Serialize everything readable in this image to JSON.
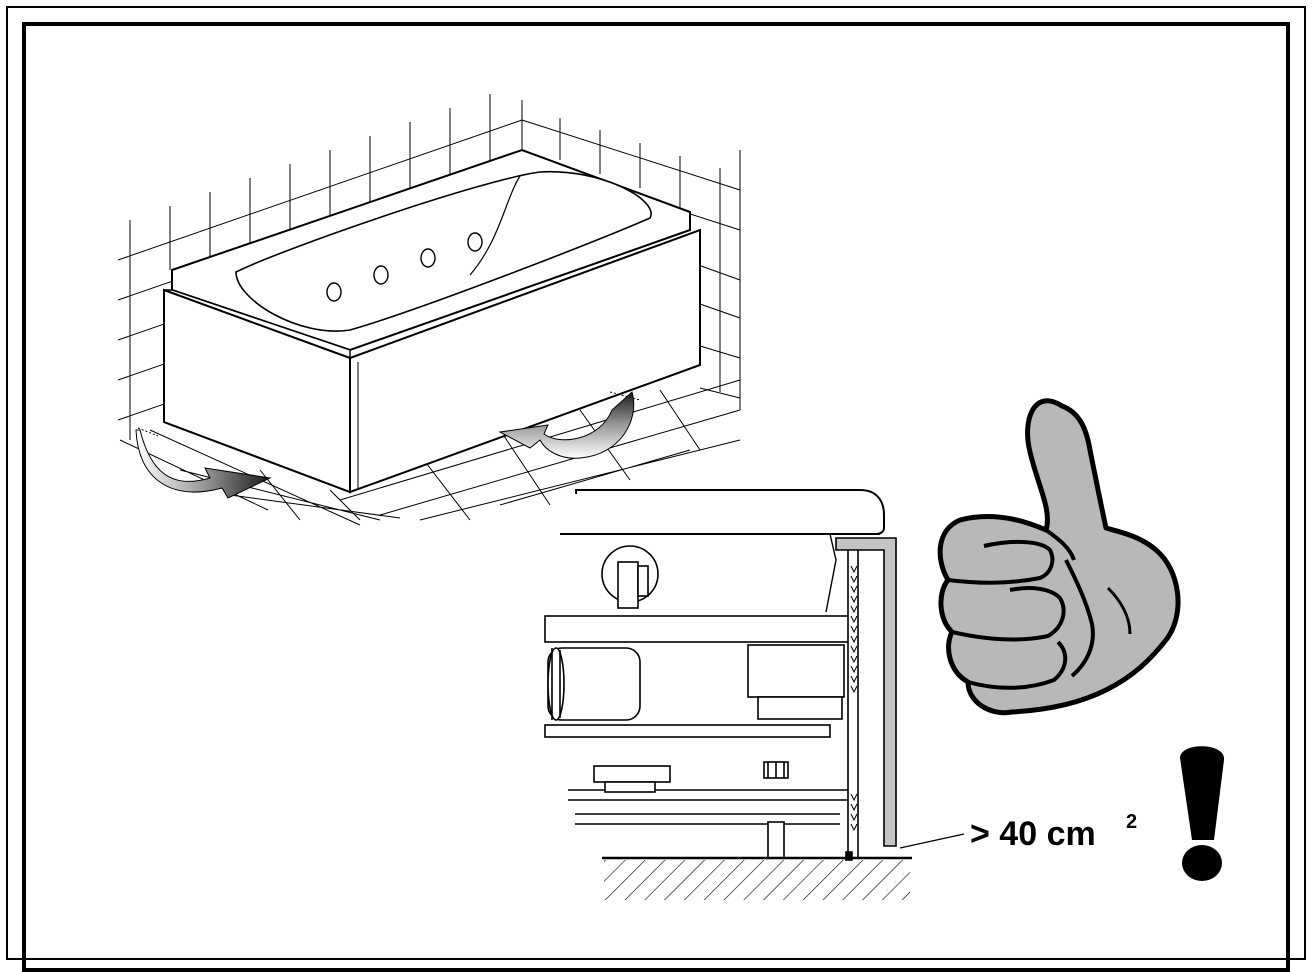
{
  "diagram": {
    "ventilation_label": {
      "prefix": "> 40 cm",
      "superscript": "2",
      "exclamation": "!"
    },
    "colors": {
      "line": "#000000",
      "fill_gray": "#b8b8b8",
      "paper": "#ffffff"
    },
    "icons": [
      "bathtub-drawing",
      "airflow-arrow",
      "pump-assembly-section",
      "thumbs-up-icon",
      "exclamation-icon"
    ]
  }
}
